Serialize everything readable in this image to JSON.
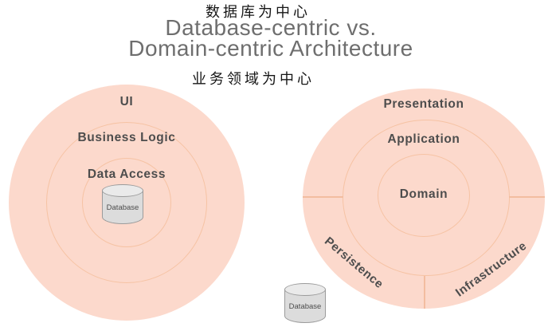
{
  "title": {
    "chinese_top": "数据库为中心",
    "english_line1": "Database-centric vs.",
    "english_line2": "Domain-centric Architecture",
    "chinese_bottom": "业务领域为中心"
  },
  "left_diagram": {
    "rings": [
      {
        "label": "UI"
      },
      {
        "label": "Business Logic"
      },
      {
        "label": "Data Access"
      }
    ],
    "database": {
      "label": "Database"
    }
  },
  "right_diagram": {
    "rings": [
      {
        "label": "Presentation"
      },
      {
        "label": "Application"
      },
      {
        "label": "Domain"
      }
    ],
    "outer_segments": [
      {
        "label": "Persistence"
      },
      {
        "label": "Infrastructure"
      }
    ],
    "database": {
      "label": "Database"
    }
  },
  "colors": {
    "circle_fill": "#fcd9cc",
    "ring_stroke": "#f6c3a4",
    "divider": "#f3bda0",
    "label_text": "#4d4d4d",
    "title_gray": "#6e6e6e",
    "chinese_text": "#161616",
    "cylinder_body": "#dcdcdc",
    "cylinder_top": "#eaeaea",
    "cylinder_stroke": "#9b9b9b",
    "background": "#ffffff"
  }
}
